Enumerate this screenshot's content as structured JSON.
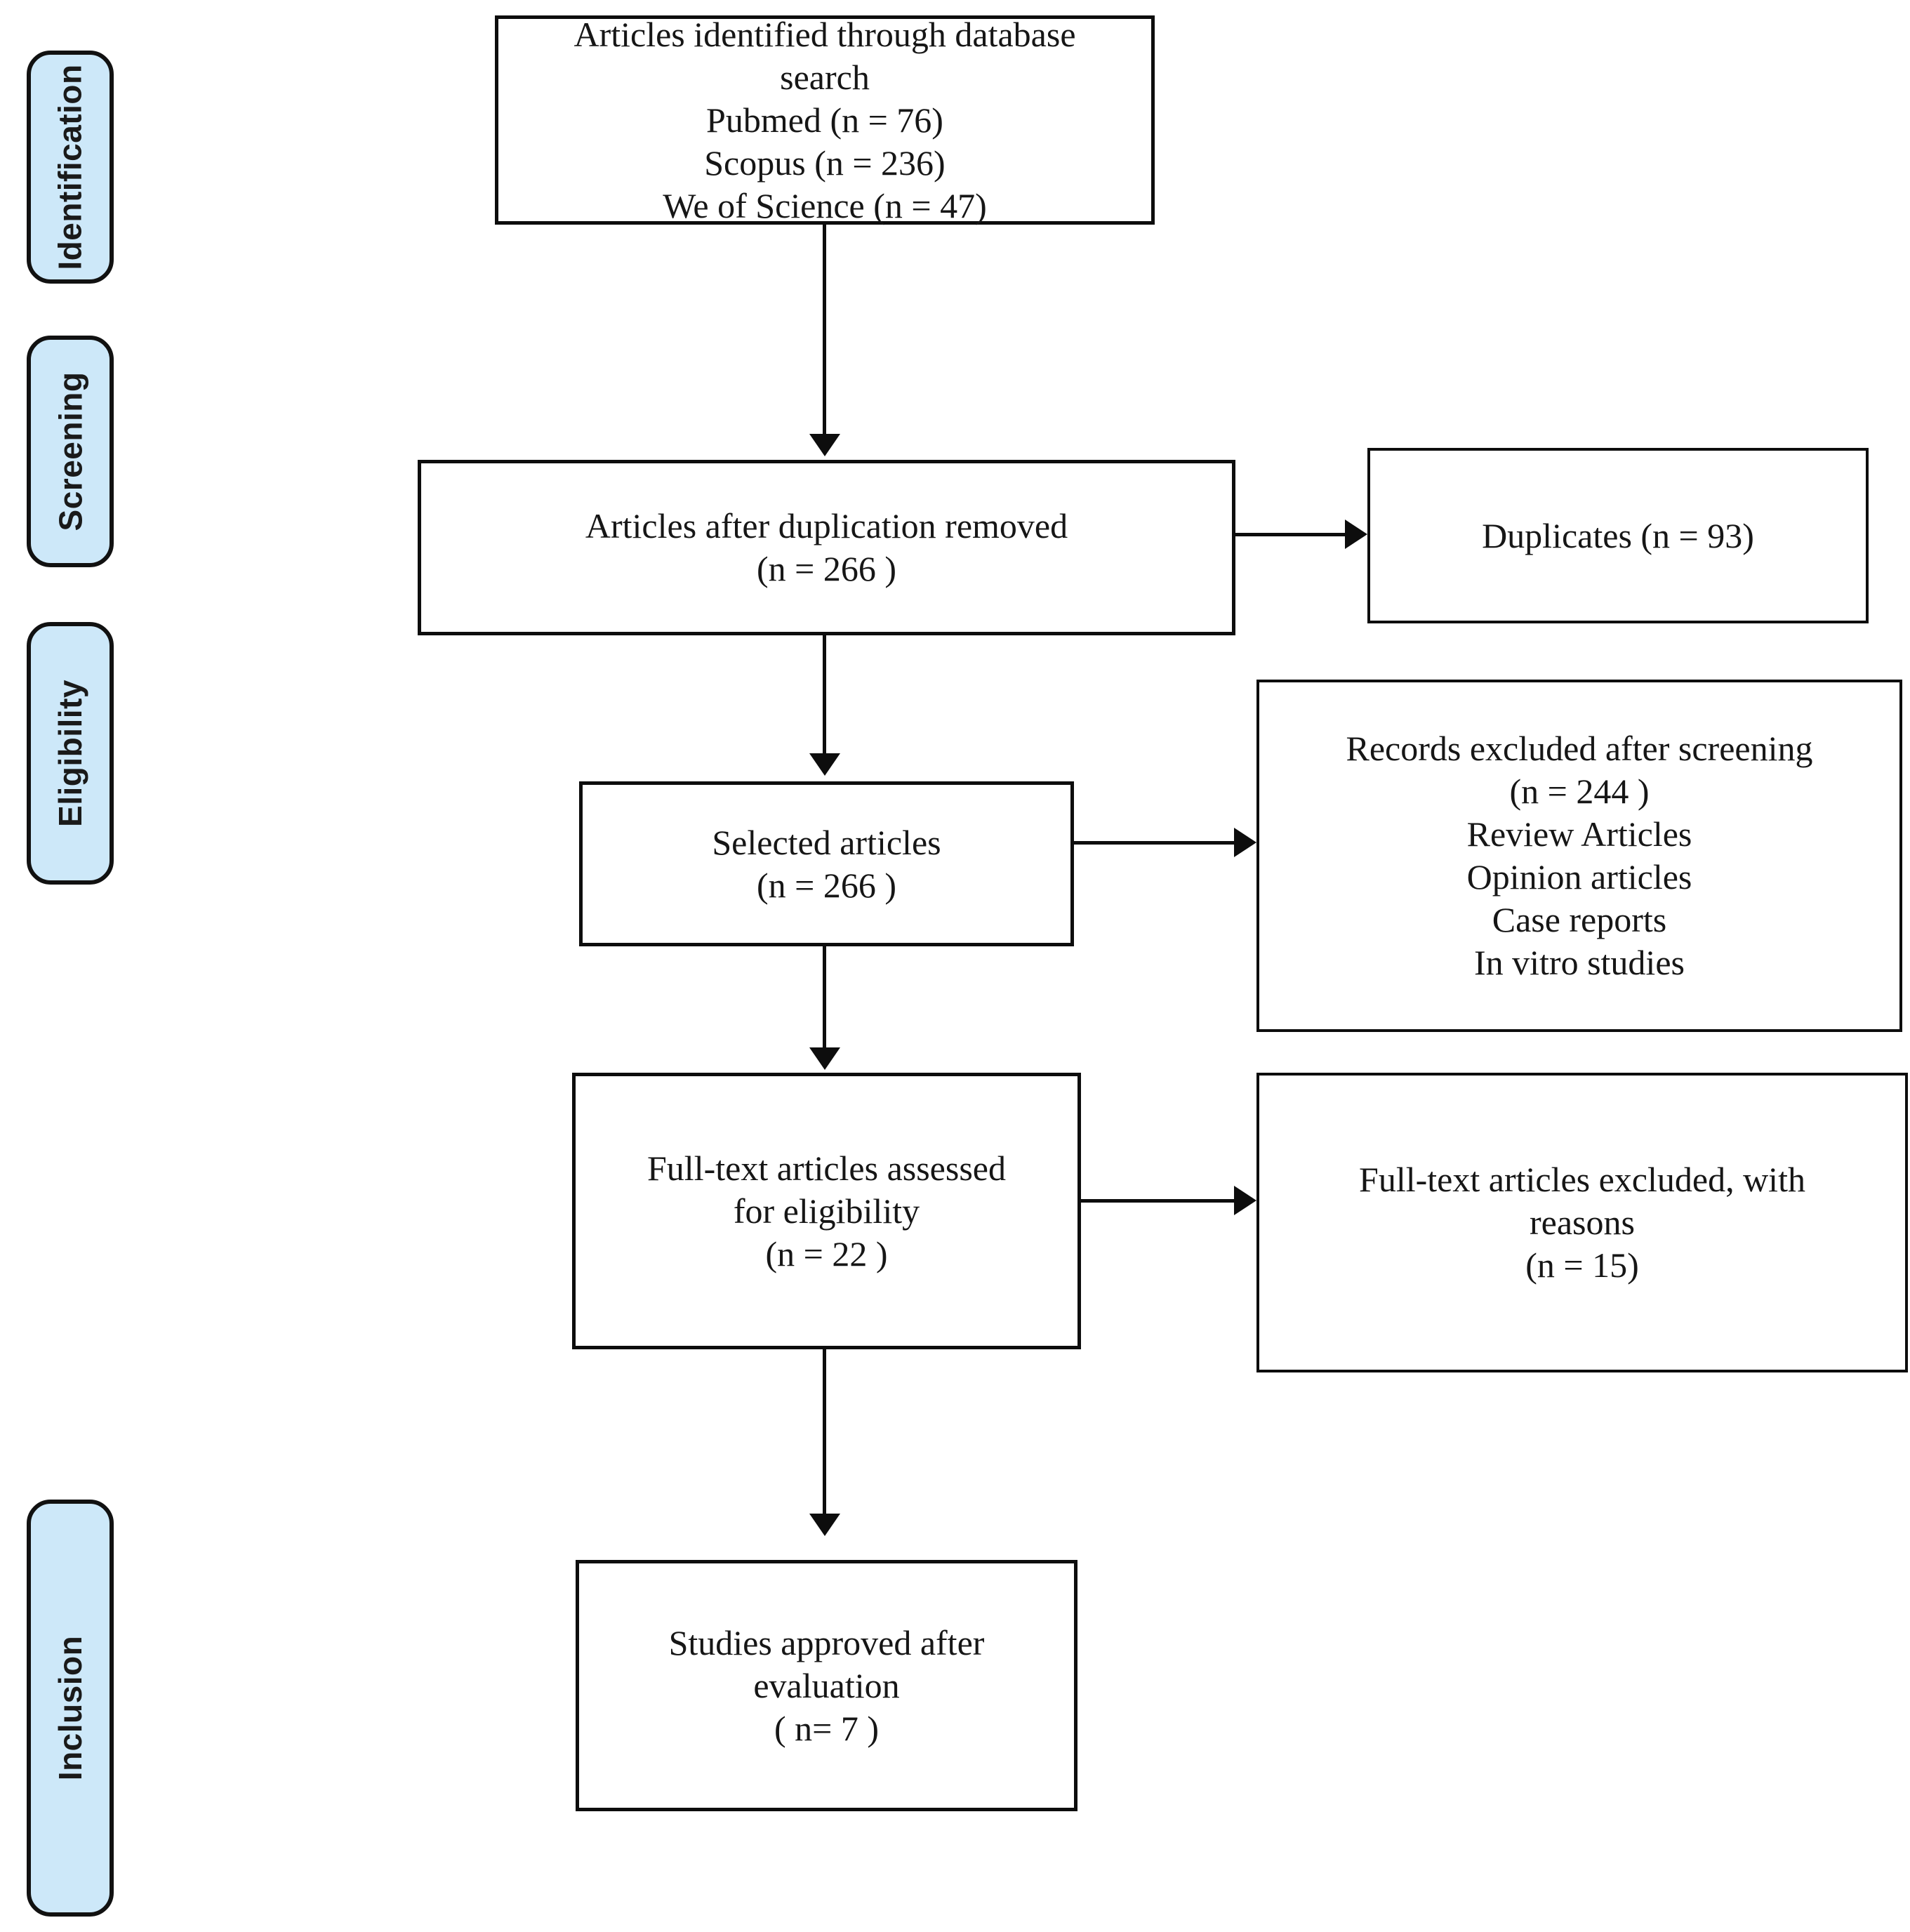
{
  "diagram": {
    "type": "prisma-flow-diagram",
    "title": "PRISMA flow diagram",
    "accent_color": "#CDE8F9",
    "line_color": "#0D0D0D",
    "text_color": "#161616"
  },
  "stages": [
    {
      "label": "Identification"
    },
    {
      "label": "Screening"
    },
    {
      "label": "Eligibility"
    },
    {
      "label": "Inclusion"
    }
  ],
  "boxes": {
    "identified": {
      "name": "Articles identified through database search",
      "text": "Articles identified through database\nsearch\nPubmed (n = 76)\nScopus (n = 236)\nWe of Science (n = 47)",
      "lines": [
        "Articles identified through database",
        "search",
        "Pubmed (n = 76)",
        "Scopus (n = 236)",
        "We of Science (n = 47)"
      ]
    },
    "after_duplication": {
      "name": "Articles after duplication removed",
      "text": "Articles after duplication removed\n(n =  266 )",
      "lines": [
        "Articles after duplication removed",
        "(n =  266 )"
      ]
    },
    "duplicates": {
      "name": "Duplicates",
      "text": "Duplicates (n = 93)",
      "lines": [
        "Duplicates (n = 93)"
      ]
    },
    "selected": {
      "name": "Selected articles",
      "text": "Selected articles\n(n = 266 )",
      "lines": [
        "Selected articles",
        "(n = 266 )"
      ]
    },
    "records_excluded": {
      "name": "Records excluded after screening",
      "text": "Records excluded after screening\n(n = 244 )\nReview Articles\nOpinion articles\nCase reports\nIn vitro studies",
      "lines": [
        "Records excluded after screening",
        "(n = 244 )",
        "Review Articles",
        "Opinion articles",
        "Case reports",
        "In vitro studies"
      ]
    },
    "fulltext_assessed": {
      "name": "Full-text articles assessed for eligibility",
      "text": "Full-text articles assessed\nfor eligibility\n(n =  22 )",
      "lines": [
        "Full-text articles assessed",
        "for eligibility",
        "(n =  22 )"
      ]
    },
    "fulltext_excluded": {
      "name": "Full-text articles excluded, with reasons",
      "text": "Full-text articles excluded, with\nreasons\n(n = 15)",
      "lines": [
        "Full-text articles excluded, with",
        "reasons",
        "(n = 15)"
      ]
    },
    "studies_approved": {
      "name": "Studies approved after evaluation",
      "text": "Studies approved after\nevaluation\n( n= 7 )",
      "lines": [
        "Studies approved after",
        "evaluation",
        "( n= 7 )"
      ]
    }
  },
  "counts": {
    "pubmed": 76,
    "scopus": 236,
    "web_of_science": 47,
    "duplicates": 93,
    "after_duplication": 266,
    "selected": 266,
    "records_excluded": 244,
    "fulltext_assessed": 22,
    "fulltext_excluded": 15,
    "studies_approved": 7
  }
}
